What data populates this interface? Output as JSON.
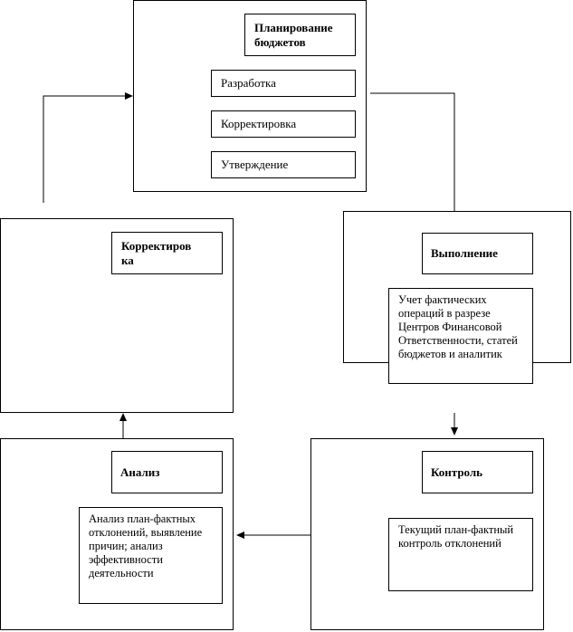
{
  "planning": {
    "title": "Планирование\nбюджетов",
    "items": [
      "Разработка",
      "Корректировка",
      "Утверждение"
    ]
  },
  "execution": {
    "title": "Выполнение",
    "description": "Учет фактических операций в разрезе Центров Финансовой Ответственности, статей бюджетов и аналитик"
  },
  "control": {
    "title": "Контроль",
    "description": "Текущий план-фактный контроль отклонений"
  },
  "analysis": {
    "title": "Анализ",
    "description": "Анализ план-фактных отклонений, выявление причин; анализ эффективности деятельности"
  },
  "correction": {
    "title": "Корректиров\nка"
  }
}
